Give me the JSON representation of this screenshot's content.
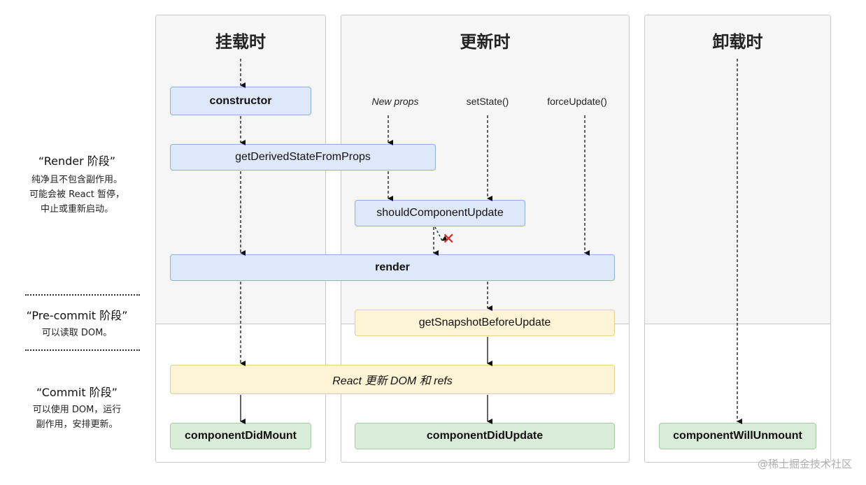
{
  "columns": {
    "mounting": {
      "title": "挂载时"
    },
    "updating": {
      "title": "更新时"
    },
    "unmounting": {
      "title": "卸载时"
    }
  },
  "phases": {
    "render": {
      "title": "“Render 阶段”",
      "lines": [
        "纯净且不包含副作用。",
        "可能会被 React 暂停，",
        "中止或重新启动。"
      ]
    },
    "pre_commit": {
      "title": "“Pre-commit 阶段”",
      "lines": [
        "可以读取 DOM。"
      ]
    },
    "commit": {
      "title": "“Commit 阶段”",
      "lines": [
        "可以使用 DOM，运行",
        "副作用，安排更新。"
      ]
    }
  },
  "triggers": {
    "new_props": "New props",
    "set_state": "setState()",
    "force_update": "forceUpdate()"
  },
  "boxes": {
    "constructor": "constructor",
    "get_derived_state": "getDerivedStateFromProps",
    "should_update": "shouldComponentUpdate",
    "render": "render",
    "get_snapshot": "getSnapshotBeforeUpdate",
    "react_updates_dom": "React 更新 DOM 和 refs",
    "did_mount": "componentDidMount",
    "did_update": "componentDidUpdate",
    "will_unmount": "componentWillUnmount"
  },
  "cross_mark": "✕",
  "watermark": "@稀土掘金技术社区",
  "colors": {
    "blue_box": "#dde9fb",
    "yellow_box": "#fdf4d6",
    "green_box": "#d9ecd8",
    "cross": "#d92a2a"
  }
}
